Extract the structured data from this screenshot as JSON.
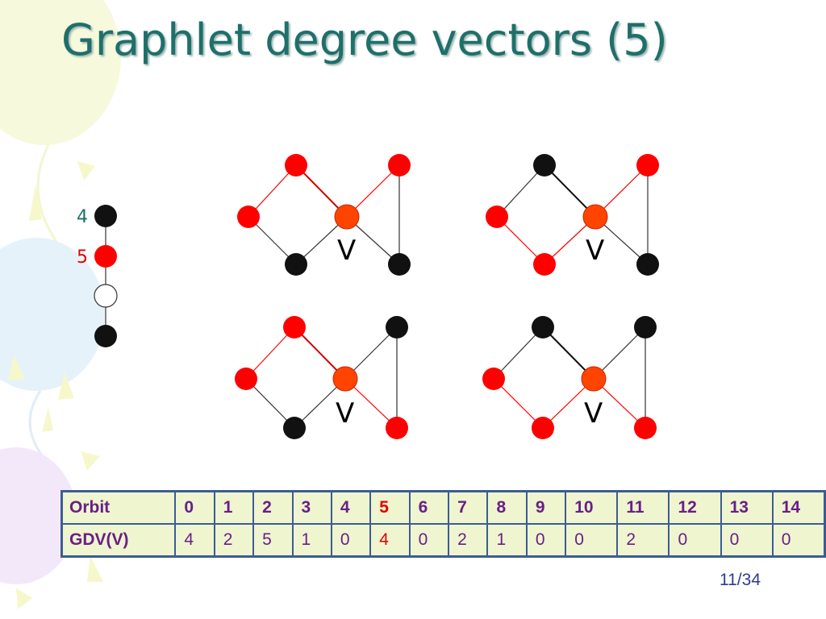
{
  "slide": {
    "title": "Graphlet degree vectors (5)",
    "page_number": "11/34"
  },
  "diagram": {
    "node_colors": {
      "red": "#ff0000",
      "black": "#111111",
      "white": "#ffffff",
      "v_node": "#ff4400"
    },
    "chain_labels": [
      "4",
      "5"
    ],
    "center_node_label": "V"
  },
  "table": {
    "orbit_header": "Orbit",
    "gdv_header": "GDV(V)",
    "orbits": [
      "0",
      "1",
      "2",
      "3",
      "4",
      "5",
      "6",
      "7",
      "8",
      "9",
      "10",
      "11",
      "12",
      "13",
      "14"
    ],
    "gdv_values": [
      "4",
      "2",
      "5",
      "1",
      "0",
      "4",
      "0",
      "2",
      "1",
      "0",
      "0",
      "2",
      "0",
      "0",
      "0"
    ],
    "highlight_orbit": "5",
    "colors": {
      "text": "#6a1e86",
      "highlight": "#e00000",
      "border": "#3c5c95",
      "fill": "#eef5cf"
    }
  }
}
